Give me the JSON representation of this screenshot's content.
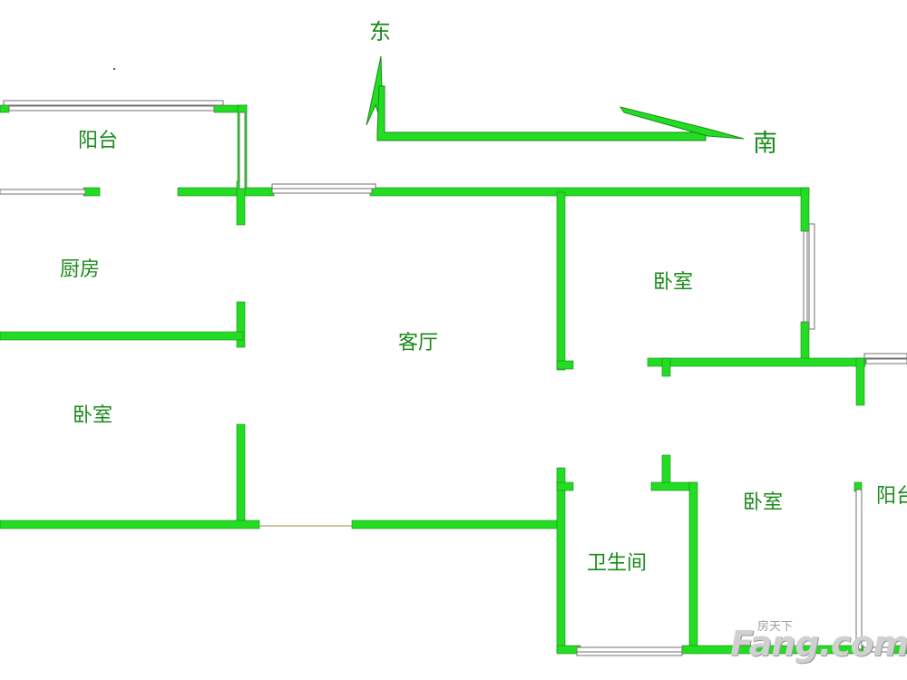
{
  "rooms": {
    "balcony_north": "阳台",
    "kitchen": "厨房",
    "bedroom_west": "卧室",
    "living_room": "客厅",
    "bedroom_east_upper": "卧室",
    "bedroom_east_lower": "卧室",
    "bathroom": "卫生间",
    "balcony_east": "阳台"
  },
  "compass": {
    "east": "东",
    "south": "南"
  },
  "watermark": {
    "text": "Fang.com",
    "sub": "房天下"
  },
  "colors": {
    "wall": "#22dd22",
    "label": "#1a8a1a",
    "window": "#808080"
  }
}
